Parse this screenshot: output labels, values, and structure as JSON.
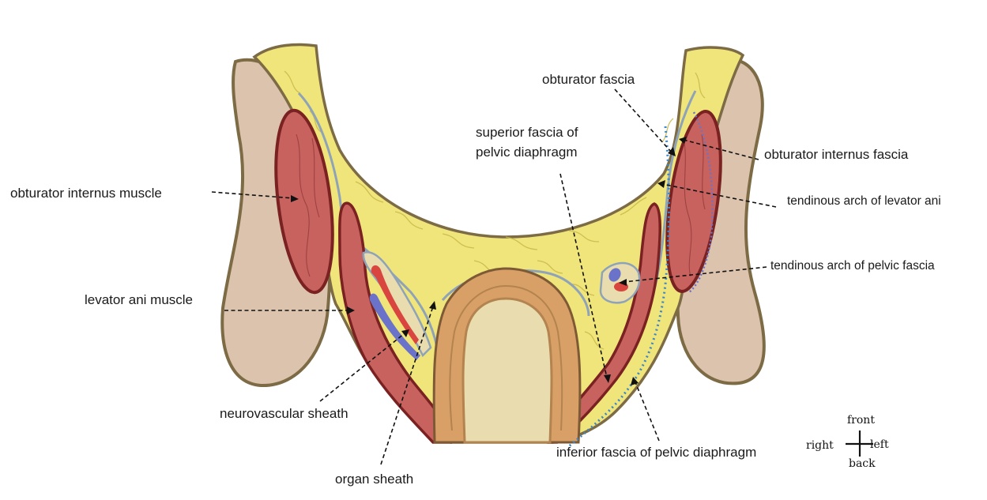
{
  "labels": {
    "obturator_fascia": "obturator fascia",
    "superior_fascia_line1": "superior fascia of",
    "superior_fascia_line2": "pelvic diaphragm",
    "obturator_internus_muscle": "obturator internus muscle",
    "obturator_internus_fascia": "obturator internus fascia",
    "tendinous_arch_levator_ani": "tendinous arch of levator ani",
    "tendinous_arch_pelvic_fascia": "tendinous arch of pelvic fascia",
    "levator_ani_muscle": "levator ani muscle",
    "neurovascular_sheath": "neurovascular sheath",
    "organ_sheath": "organ sheath",
    "inferior_fascia": "inferior fascia of pelvic diaphragm"
  },
  "orientation": {
    "front": "front",
    "back": "back",
    "right": "right",
    "left": "left"
  },
  "colors": {
    "bone": "#dcc3ad",
    "bone_outline": "#7d6b45",
    "fat": "#f0e57a",
    "muscle": "#c8625e",
    "muscle_outline": "#7a2222",
    "fascia": "#8fa3b8",
    "organ_wall": "#d8a066",
    "lumen": "#e9ddb0",
    "artery": "#d9453f",
    "vein": "#6a73c9",
    "dotted_fascia": "#3b86c9"
  }
}
